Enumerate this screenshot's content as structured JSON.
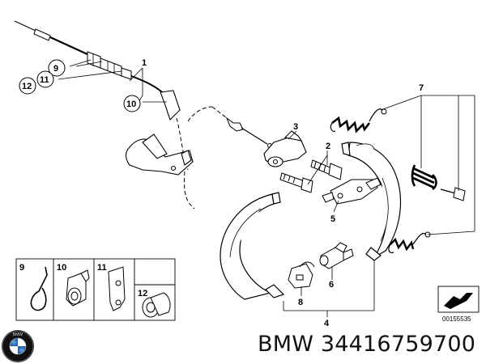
{
  "diagram": {
    "labels": {
      "p1": "1",
      "p2": "2",
      "p3": "3",
      "p4": "4",
      "p5": "5",
      "p6": "6",
      "p7": "7",
      "p8": "8",
      "p9": "9",
      "p10": "10",
      "p11": "11",
      "p12": "12",
      "inset9": "9",
      "inset10": "10",
      "inset11": "11",
      "inset12": "12"
    },
    "diagram_code": "00155535"
  },
  "caption": {
    "brand": "BMW",
    "part_number": "34416759700",
    "logo_text": "BMW"
  }
}
